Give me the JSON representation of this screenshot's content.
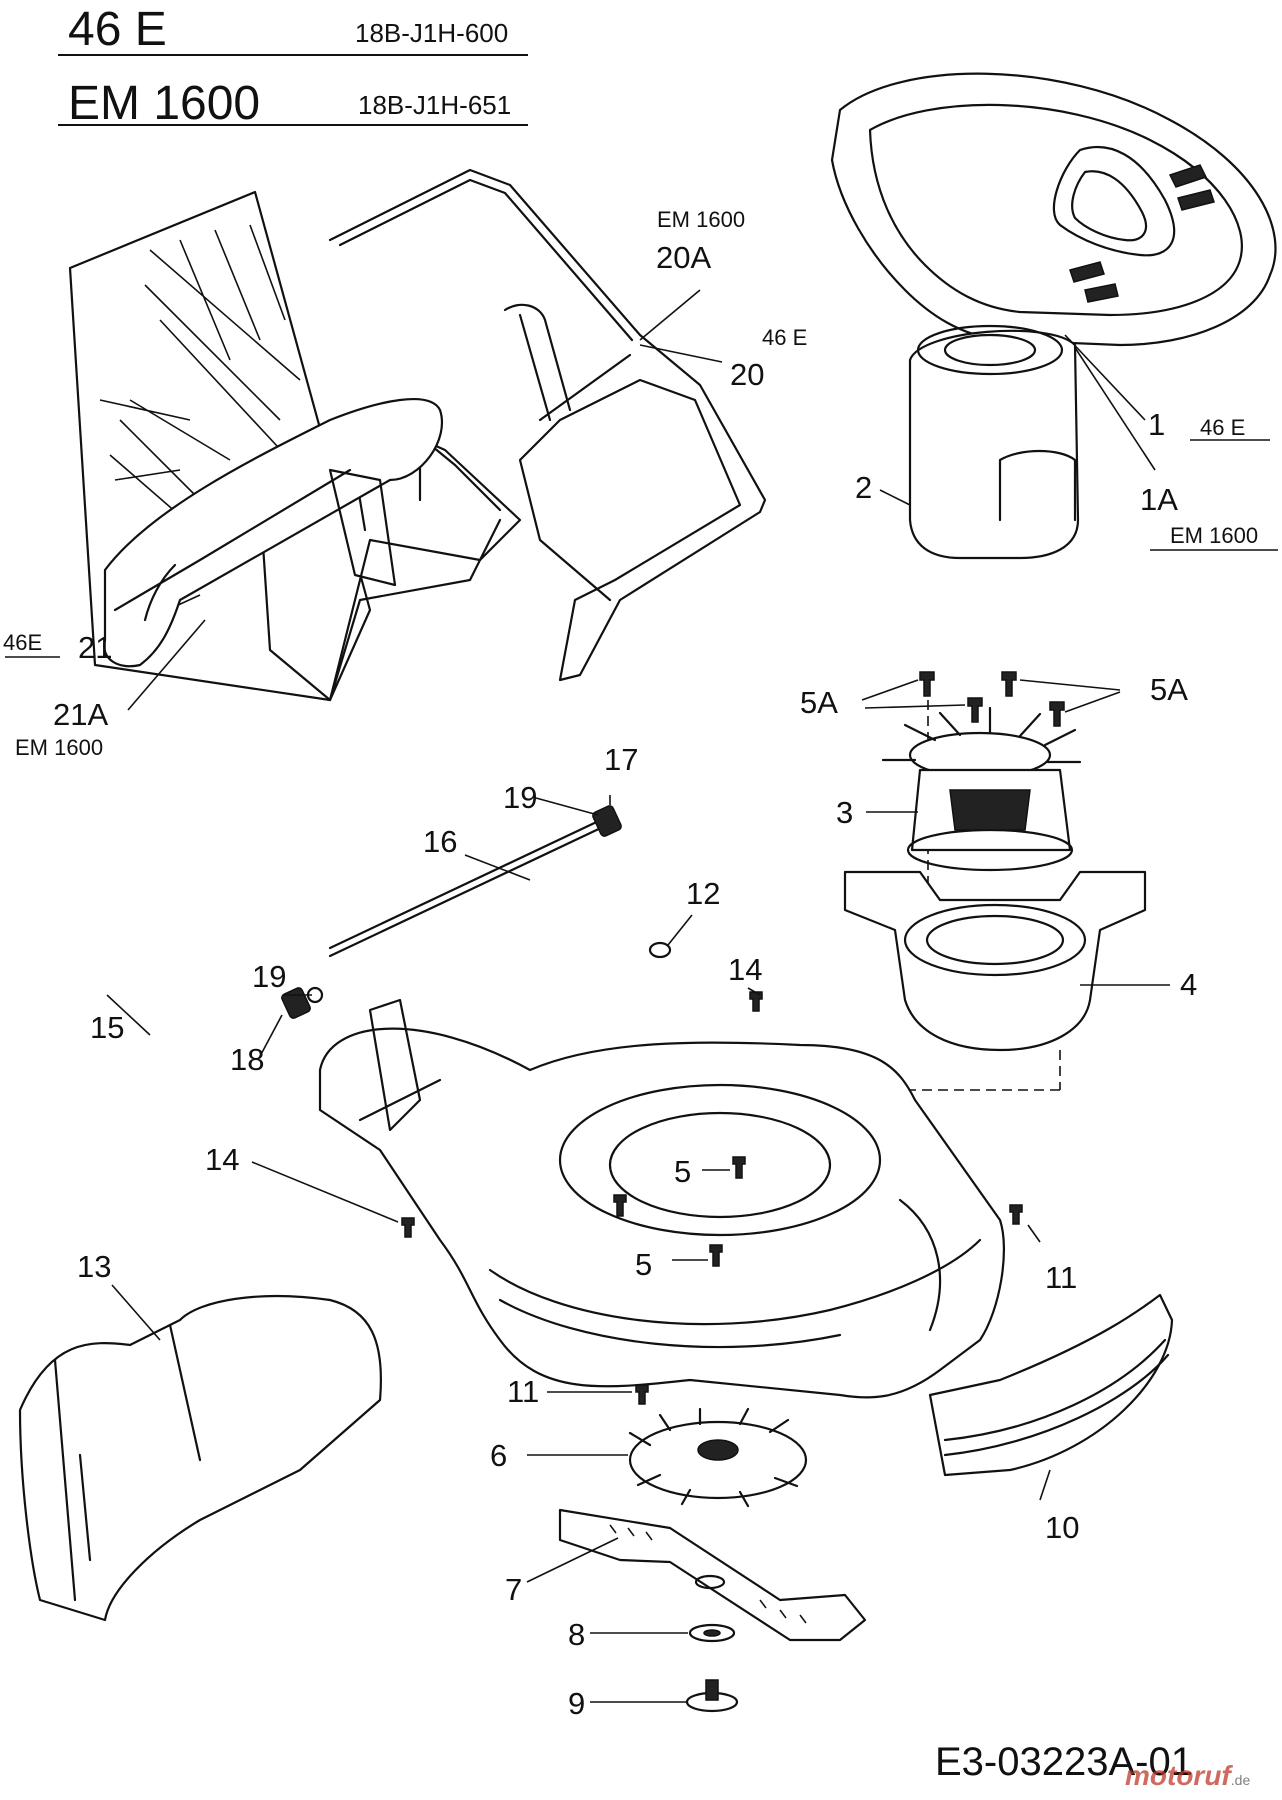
{
  "header": {
    "model_1": "46 E",
    "code_1": "18B-J1H-600",
    "model_2": "EM 1600",
    "code_2": "18B-J1H-651"
  },
  "callouts": {
    "p1": "1",
    "p1_note": "46 E",
    "p1a": "1A",
    "p1a_note": "EM 1600",
    "p2": "2",
    "p3": "3",
    "p4": "4",
    "p5": "5",
    "p5a": "5A",
    "p6": "6",
    "p7": "7",
    "p8": "8",
    "p9": "9",
    "p10": "10",
    "p11": "11",
    "p12": "12",
    "p13": "13",
    "p14": "14",
    "p15": "15",
    "p16": "16",
    "p17": "17",
    "p18": "18",
    "p19": "19",
    "p20": "20",
    "p20_note": "46 E",
    "p20a": "20A",
    "p20a_note": "EM 1600",
    "p21": "21",
    "p21_note": "46E",
    "p21a": "21A",
    "p21a_note": "EM 1600"
  },
  "footer": {
    "reference": "E3-03223A-01",
    "watermark": "motoruf",
    "watermark_suffix": ".de"
  }
}
